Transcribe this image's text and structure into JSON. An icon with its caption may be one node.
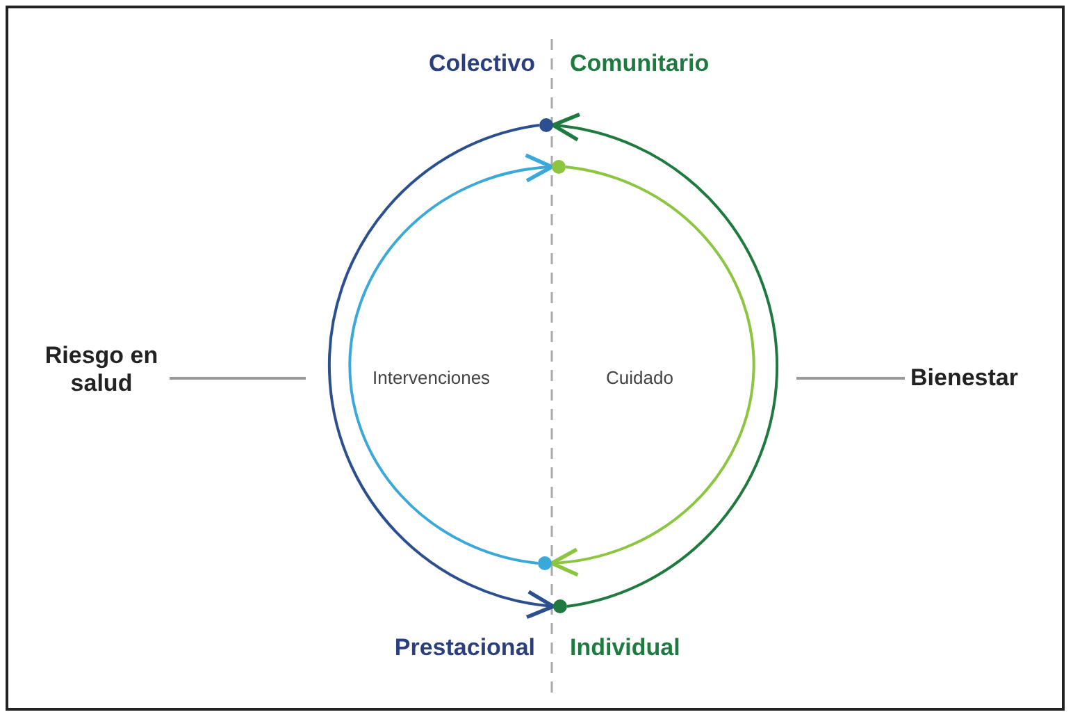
{
  "diagram": {
    "nodes": [
      {
        "text": [],
        "shape": "circle"
      },
      {
        "text": [],
        "shape": "circle"
      },
      {
        "text": [
          "Riesgo en salud"
        ]
      },
      {
        "text": [
          "Bienestar"
        ]
      },
      {
        "text": [],
        "shape": "circle"
      },
      {
        "text": [],
        "shape": "circle"
      }
    ],
    "edges": [
      {
        "from": 0,
        "to": 5,
        "arrow": "to",
        "color": "#2b4f8f"
      },
      {
        "from": 5,
        "to": 0,
        "arrow": "to",
        "color": "#1e7a3e"
      },
      {
        "from": 4,
        "to": 1,
        "arrow": "to",
        "color": "#3aa8d8"
      },
      {
        "from": 1,
        "to": 4,
        "arrow": "to",
        "color": "#8cc540"
      },
      {
        "from": 2,
        "to": null,
        "arrow": "none",
        "color": "#9a9a9a"
      },
      {
        "from": 3,
        "to": null,
        "arrow": "none",
        "color": "#9a9a9a"
      }
    ],
    "labels": [
      "Colectivo",
      "Comunitario",
      "Intervenciones",
      "Cuidado",
      "Prestacional",
      "Individual"
    ]
  }
}
